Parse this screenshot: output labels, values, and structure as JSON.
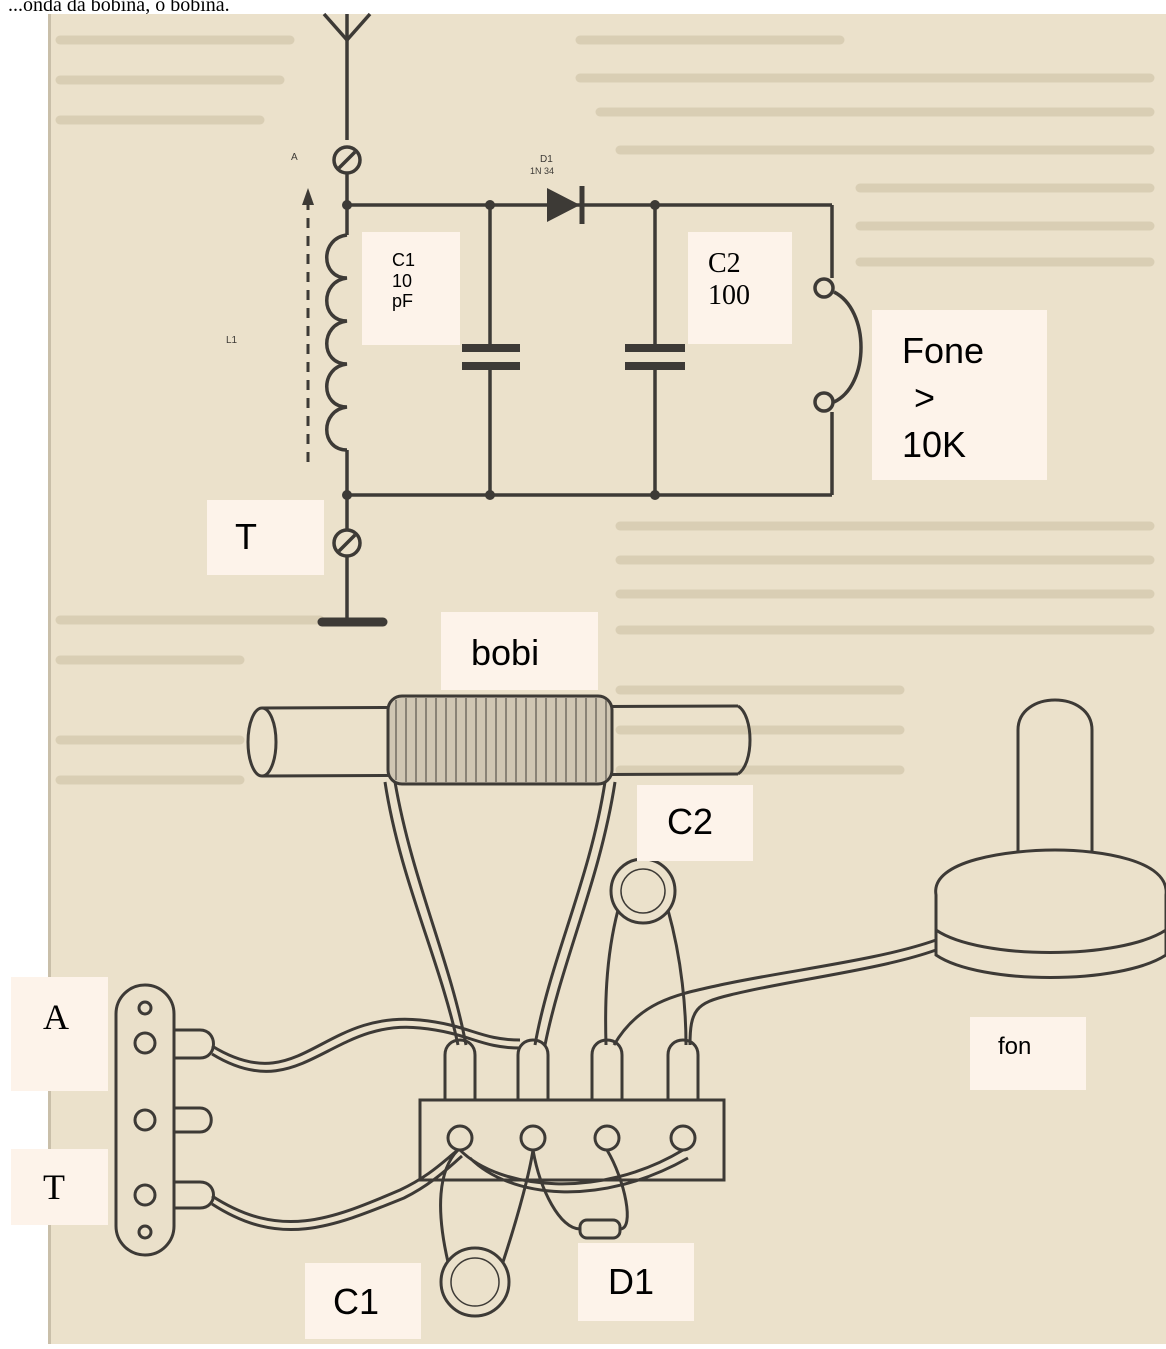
{
  "top_fragment_text": "...onda da bobina, o bobina.",
  "schematic": {
    "c1_box": {
      "line1": "C1",
      "line2": "10",
      "line3": "pF"
    },
    "c2_box": {
      "line1": "C2",
      "line2": "100"
    },
    "fone_box": {
      "line1": "Fone",
      "line2": ">",
      "line3": "10K"
    },
    "terminal_a_small": "A",
    "diode_label": "D1",
    "diode_part": "1N 34",
    "coil_label": "L1",
    "terminal_t_box": "T"
  },
  "wiring": {
    "coil_box": "bobi",
    "c2_box": "C2",
    "terminal_a_box": "A",
    "terminal_t_box": "T",
    "phone_box": "fon",
    "c1_box": "C1",
    "d1_box": "D1"
  },
  "colors": {
    "paper": "#ebe1cb",
    "ink": "#3d3a36",
    "label_bg": "#fdf3ea"
  }
}
